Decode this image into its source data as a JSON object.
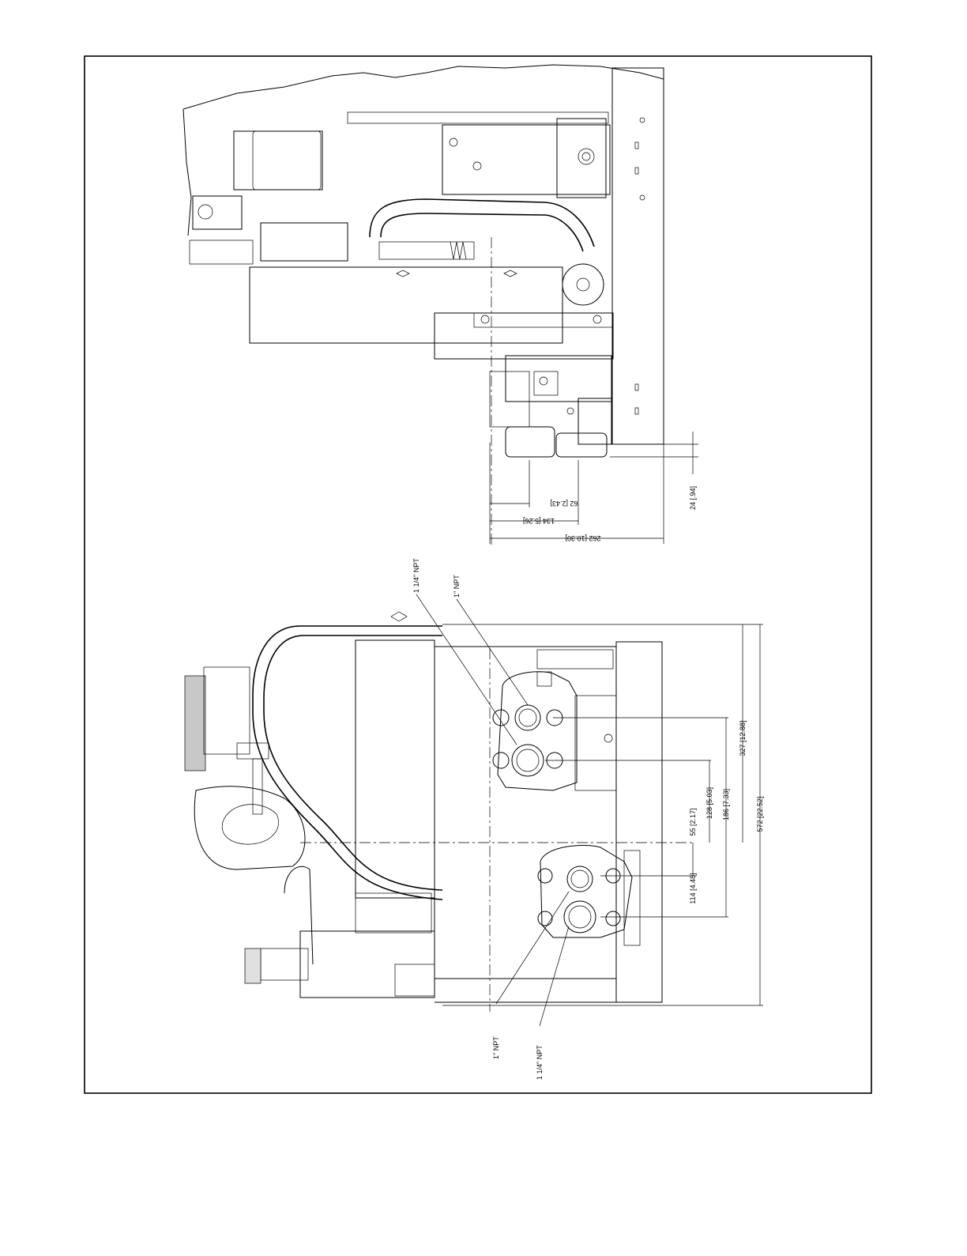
{
  "drawing": {
    "top_view": {
      "dimensions": {
        "d262": "262 [10.30]",
        "d134": "134 [5.26]",
        "d62": "62 [2.43]",
        "d24": "24 [.94]"
      }
    },
    "bottom_view": {
      "callouts": {
        "top_npt_large": "1 1/4\" NPT",
        "top_npt_small": "1\" NPT",
        "bottom_npt_small": "1\" NPT",
        "bottom_npt_large": "1 1/4\" NPT"
      },
      "dimensions": {
        "d55": "55 [2.17]",
        "d114": "114 [4.48]",
        "d128": "128 [5.03]",
        "d186": "186 [7.33]",
        "d327": "327 [12.88]",
        "d572": "572 [22.52]"
      }
    }
  }
}
